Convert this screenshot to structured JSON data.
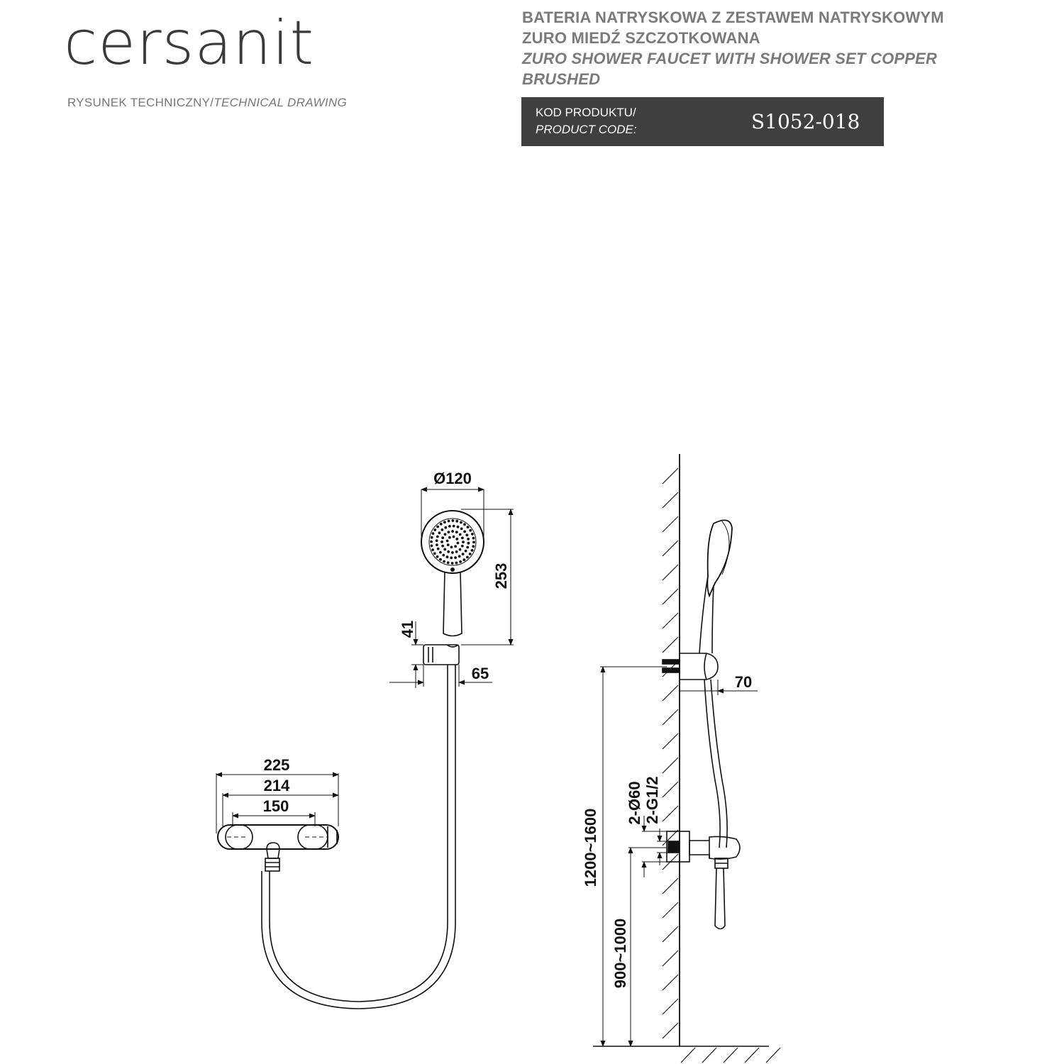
{
  "brand": {
    "logo_text": "cersanit"
  },
  "header": {
    "subtitle_pl": "RYSUNEK TECHNICZNY/",
    "subtitle_en": "TECHNICAL DRAWING",
    "title_pl_line1": "BATERIA NATRYSKOWA Z ZESTAWEM NATRYSKOWYM",
    "title_pl_line2": "ZURO MIEDŹ SZCZOTKOWANA",
    "title_en_line1": "ZURO SHOWER FAUCET WITH SHOWER SET COPPER",
    "title_en_line2": "BRUSHED"
  },
  "product_code": {
    "label_pl": "KOD PRODUKTU/",
    "label_en": "PRODUCT CODE:",
    "value": "S1052-018"
  },
  "dimensions": {
    "head_diameter": "Ø120",
    "head_height": "253",
    "holder_height": "41",
    "holder_offset": "65",
    "body_width_total": "225",
    "body_width": "214",
    "inlet_spacing": "150",
    "holder_projection": "70",
    "escutcheon_diameter": "2-Ø60",
    "thread_size": "2-G1/2",
    "holder_mount_height": "1200~1600",
    "faucet_mount_height": "900~1000"
  }
}
